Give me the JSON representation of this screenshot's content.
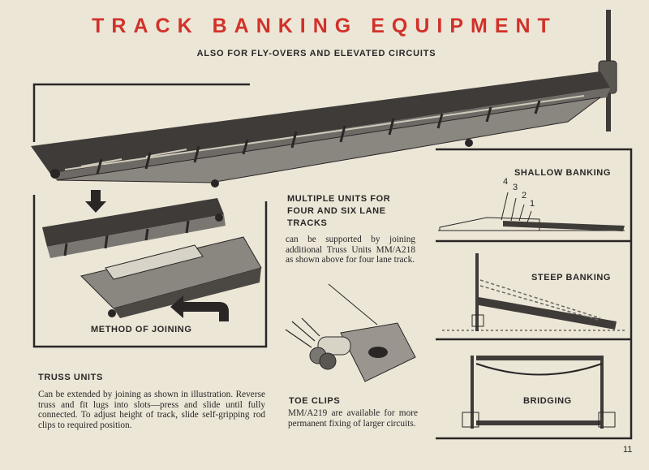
{
  "header": {
    "title": "TRACK BANKING EQUIPMENT",
    "subtitle": "ALSO FOR FLY-OVERS AND ELEVATED CIRCUITS"
  },
  "sections": {
    "method_of_joining": "METHOD OF JOINING",
    "multiple_units": {
      "heading_line1": "MULTIPLE UNITS FOR",
      "heading_line2": "FOUR AND SIX LANE",
      "heading_line3": "TRACKS",
      "body": "can be supported by joining additional Truss Units MM/A218 as shown above for four lane track."
    },
    "truss_units": {
      "heading": "TRUSS UNITS",
      "body": "Can be extended by joining as shown in illustration. Reverse truss and fit lugs into slots—press and slide until fully connected. To adjust height of track, slide self-gripping rod clips to required position."
    },
    "toe_clips": {
      "heading": "TOE CLIPS",
      "body": "MM/A219 are available for more permanent fixing of larger circuits."
    },
    "shallow_banking": {
      "label": "SHALLOW BANKING",
      "numbers": [
        "4",
        "3",
        "2",
        "1"
      ]
    },
    "steep_banking": {
      "label": "STEEP BANKING"
    },
    "bridging": {
      "label": "BRIDGING"
    }
  },
  "page_number": "11",
  "colors": {
    "title_red": "#d1322a",
    "paper": "#ece6d7",
    "ink": "#2a2626"
  }
}
